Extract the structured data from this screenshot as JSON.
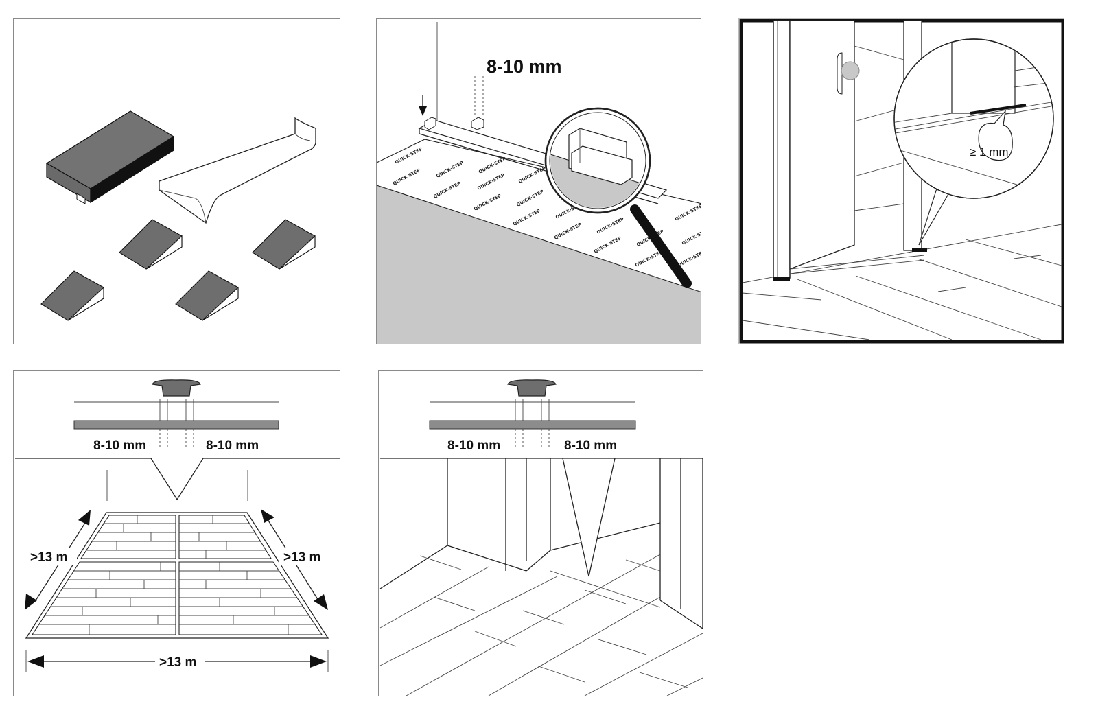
{
  "panels": {
    "expansion_gap": {
      "gap_label": "8-10 mm"
    },
    "door_clearance": {
      "clearance_label": "≥ 1 mm"
    },
    "large_surface": {
      "gap_left": "8-10 mm",
      "gap_right": "8-10 mm",
      "dim_left": ">13  m",
      "dim_right": ">13  m",
      "dim_bottom": ">13  m"
    },
    "doorway": {
      "gap_left": "8-10 mm",
      "gap_right": "8-10 mm"
    }
  },
  "colors": {
    "dark_grey": "#6e6e6e",
    "mid_grey": "#8c8c8c",
    "light_grey": "#c8c8c8",
    "line": "#222222"
  }
}
